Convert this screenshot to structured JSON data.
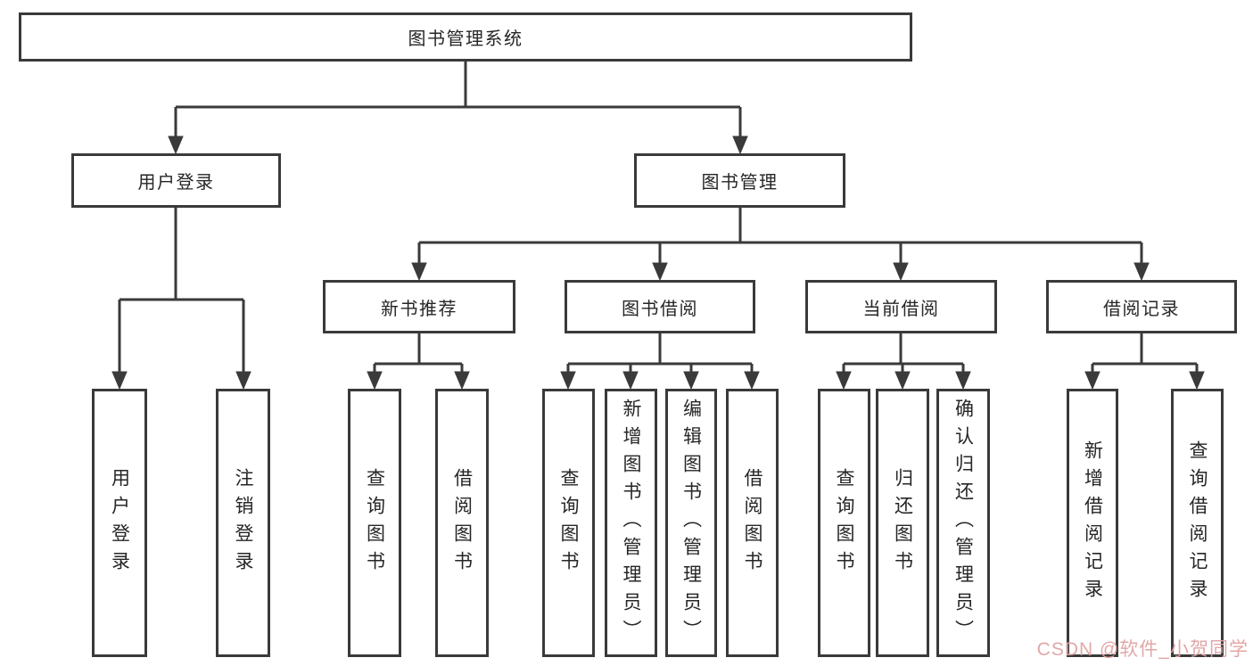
{
  "colors": {
    "line": "#3a3a3a",
    "text": "#262626",
    "box_bg": "#ffffff",
    "watermark": "#dfa0a0"
  },
  "watermark": {
    "text": "CSDN @软件_小贺同学"
  },
  "diagram": {
    "root": {
      "label": "图书管理系统"
    },
    "level2": [
      {
        "label": "用户登录",
        "children": [
          {
            "label": "用户登录"
          },
          {
            "label": "注销登录"
          }
        ]
      },
      {
        "label": "图书管理",
        "children": [
          {
            "label": "新书推荐",
            "children": [
              {
                "label": "查询图书"
              },
              {
                "label": "借阅图书"
              }
            ]
          },
          {
            "label": "图书借阅",
            "children": [
              {
                "label": "查询图书"
              },
              {
                "label": "新增图书（管理员）"
              },
              {
                "label": "编辑图书（管理员）"
              },
              {
                "label": "借阅图书"
              }
            ]
          },
          {
            "label": "当前借阅",
            "children": [
              {
                "label": "查询图书"
              },
              {
                "label": "归还图书"
              },
              {
                "label": "确认归还（管理员）"
              }
            ]
          },
          {
            "label": "借阅记录",
            "children": [
              {
                "label": "新增借阅记录"
              },
              {
                "label": "查询借阅记录"
              }
            ]
          }
        ]
      }
    ]
  }
}
